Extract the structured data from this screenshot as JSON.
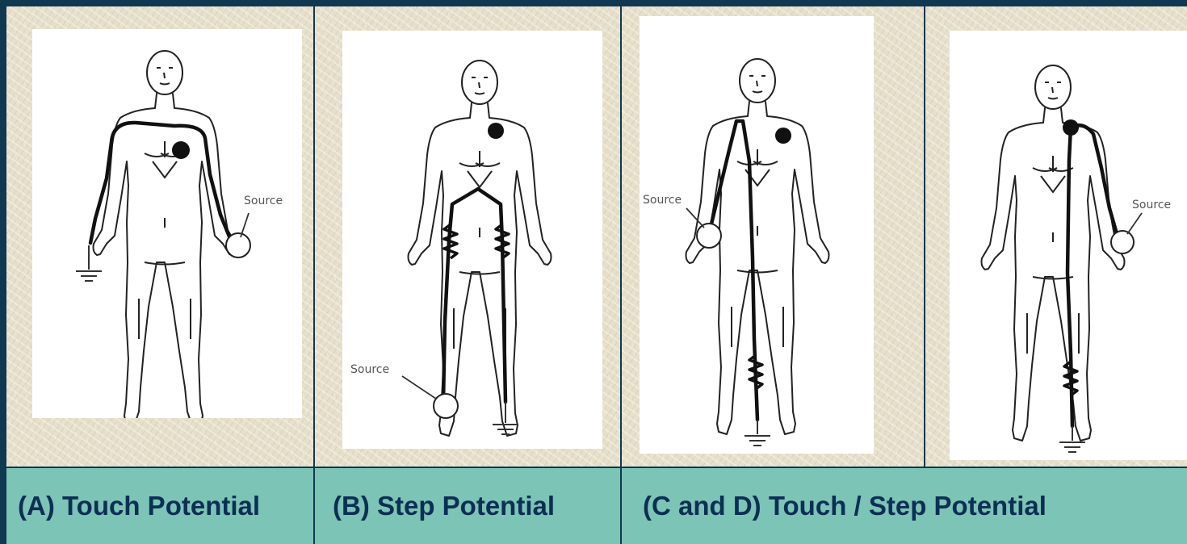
{
  "panels": [
    {
      "id": "A",
      "caption": "(A) Touch Potential",
      "source_label": "Source"
    },
    {
      "id": "B",
      "caption": "(B) Step Potential",
      "source_label": "Source"
    },
    {
      "id": "C",
      "source_label": "Source"
    },
    {
      "id": "D",
      "source_label": "Source"
    }
  ],
  "shared_caption": "(C and D) Touch / Step Potential",
  "colors": {
    "frame": "#103850",
    "label_background": "#7cc4b5",
    "label_text": "#0c2f55",
    "texture": "#e6dfca"
  }
}
